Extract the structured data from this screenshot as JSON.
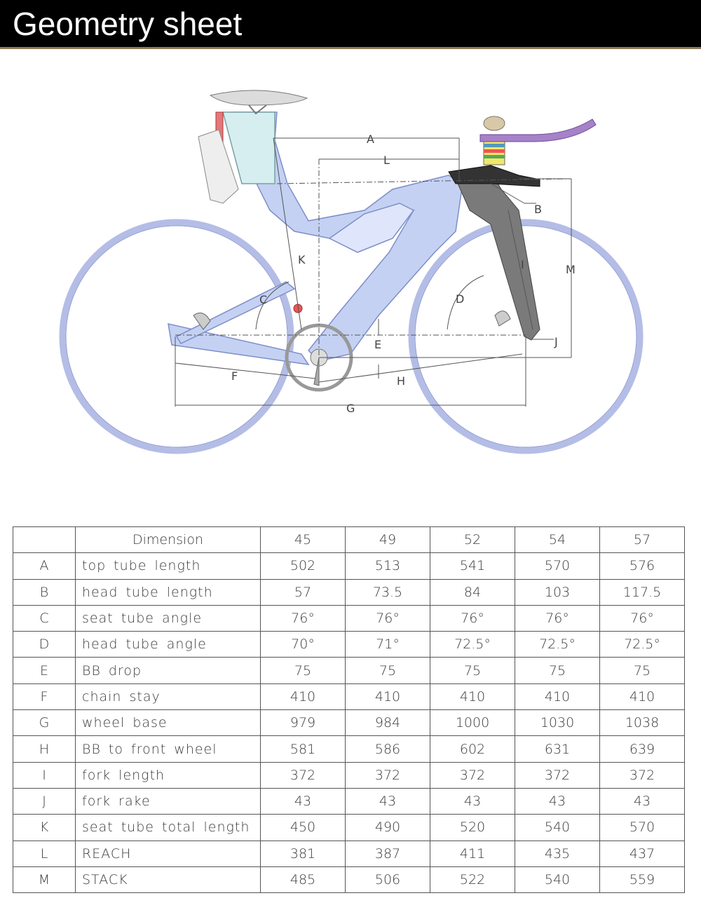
{
  "header": {
    "title": "Geometry sheet"
  },
  "diagram": {
    "labels": {
      "A": "A",
      "B": "B",
      "C": "C",
      "D": "D",
      "E": "E",
      "F": "F",
      "G": "G",
      "H": "H",
      "I": "I",
      "J": "J",
      "K": "K",
      "L": "L",
      "M": "M"
    }
  },
  "table": {
    "header": {
      "dimension": "Dimension",
      "sizes": [
        "45",
        "49",
        "52",
        "54",
        "57"
      ]
    },
    "rows": [
      {
        "key": "A",
        "name": "top tube length",
        "values": [
          "502",
          "513",
          "541",
          "570",
          "576"
        ]
      },
      {
        "key": "B",
        "name": "head tube length",
        "values": [
          "57",
          "73.5",
          "84",
          "103",
          "117.5"
        ]
      },
      {
        "key": "C",
        "name": "seat tube angle",
        "values": [
          "76°",
          "76°",
          "76°",
          "76°",
          "76°"
        ]
      },
      {
        "key": "D",
        "name": "head tube angle",
        "values": [
          "70°",
          "71°",
          "72.5°",
          "72.5°",
          "72.5°"
        ]
      },
      {
        "key": "E",
        "name": "BB drop",
        "values": [
          "75",
          "75",
          "75",
          "75",
          "75"
        ]
      },
      {
        "key": "F",
        "name": "chain stay",
        "values": [
          "410",
          "410",
          "410",
          "410",
          "410"
        ]
      },
      {
        "key": "G",
        "name": "wheel base",
        "values": [
          "979",
          "984",
          "1000",
          "1030",
          "1038"
        ]
      },
      {
        "key": "H",
        "name": "BB to front wheel",
        "values": [
          "581",
          "586",
          "602",
          "631",
          "639"
        ]
      },
      {
        "key": "I",
        "name": "fork length",
        "values": [
          "372",
          "372",
          "372",
          "372",
          "372"
        ]
      },
      {
        "key": "J",
        "name": "fork rake",
        "values": [
          "43",
          "43",
          "43",
          "43",
          "43"
        ]
      },
      {
        "key": "K",
        "name": "seat tube total length",
        "values": [
          "450",
          "490",
          "520",
          "540",
          "570"
        ]
      },
      {
        "key": "L",
        "name": "REACH",
        "values": [
          "381",
          "387",
          "411",
          "435",
          "437"
        ]
      },
      {
        "key": "M",
        "name": "STACK",
        "values": [
          "485",
          "506",
          "522",
          "540",
          "559"
        ]
      }
    ]
  }
}
